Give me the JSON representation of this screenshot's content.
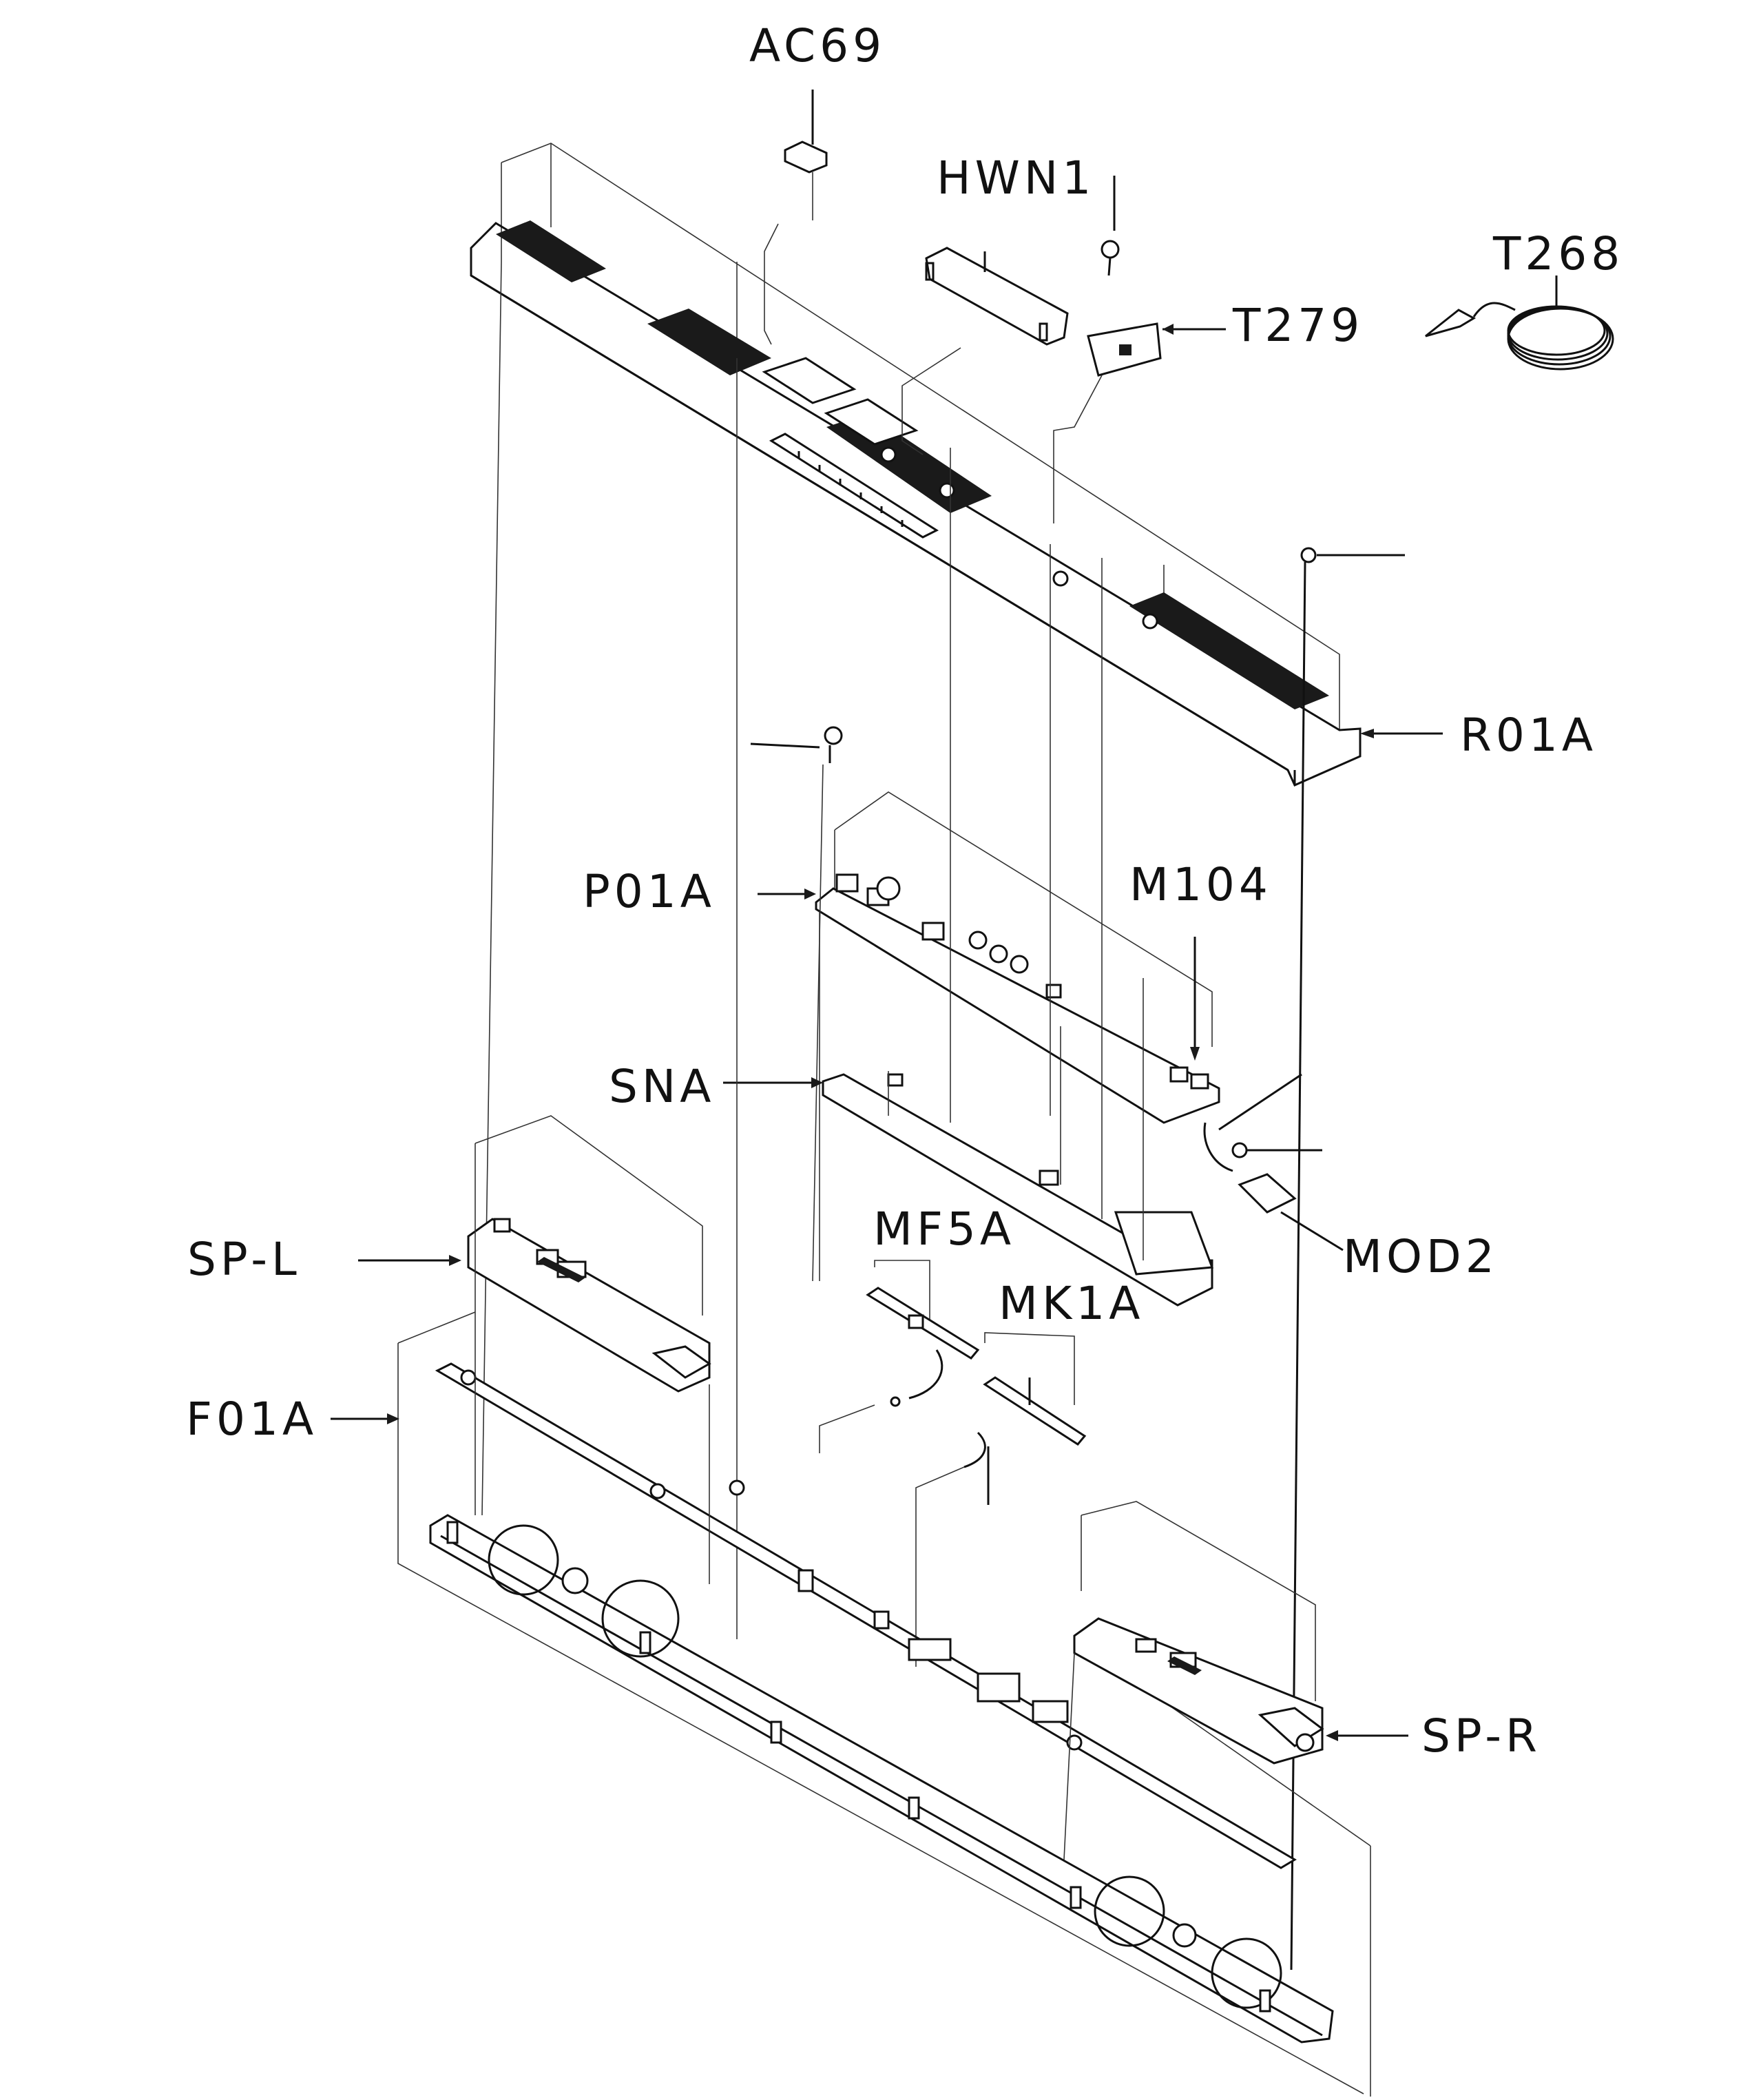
{
  "labels": {
    "ac69": "AC69",
    "hwn1": "HWN1",
    "t268": "T268",
    "t279": "T279",
    "r01a": "R01A",
    "p01a": "P01A",
    "m104": "M104",
    "sna": "SNA",
    "sp_l": "SP-L",
    "mf5a": "MF5A",
    "mk1a": "MK1A",
    "mod2": "MOD2",
    "f01a": "F01A",
    "sp_r": "SP-R"
  }
}
